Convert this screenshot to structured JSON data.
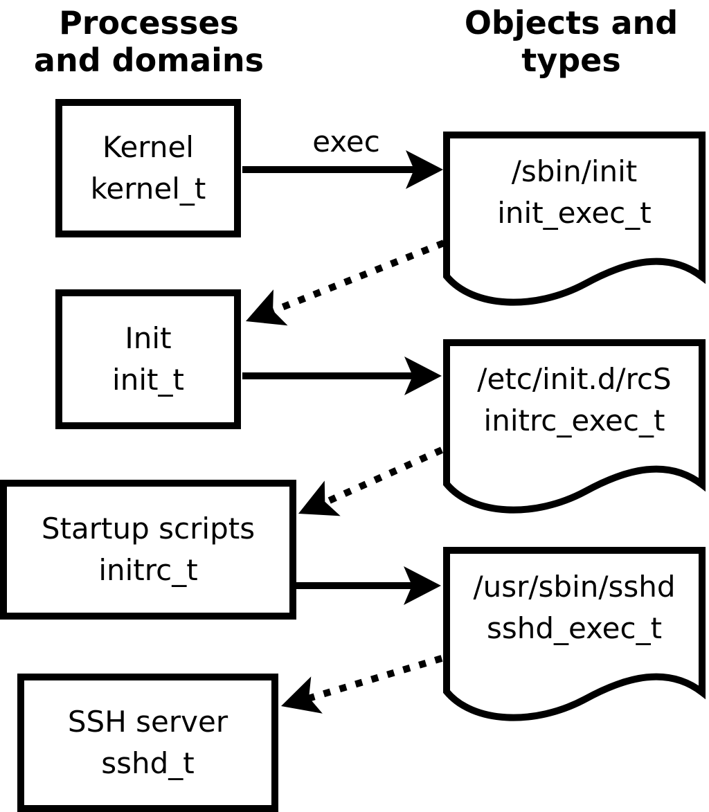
{
  "headers": {
    "left": {
      "line1": "Processes",
      "line2": "and domains"
    },
    "right": {
      "line1": "Objects and",
      "line2": "types"
    }
  },
  "processes": [
    {
      "name": "Kernel",
      "type": "kernel_t"
    },
    {
      "name": "Init",
      "type": "init_t"
    },
    {
      "name": "Startup scripts",
      "type": "initrc_t"
    },
    {
      "name": "SSH server",
      "type": "sshd_t"
    }
  ],
  "objects": [
    {
      "path": "/sbin/init",
      "type": "init_exec_t"
    },
    {
      "path": "/etc/init.d/rcS",
      "type": "initrc_exec_t"
    },
    {
      "path": "/usr/sbin/sshd",
      "type": "sshd_exec_t"
    }
  ],
  "arrows": {
    "exec_label": "exec"
  },
  "colors": {
    "foreground": "#000000",
    "background": "#ffffff"
  }
}
